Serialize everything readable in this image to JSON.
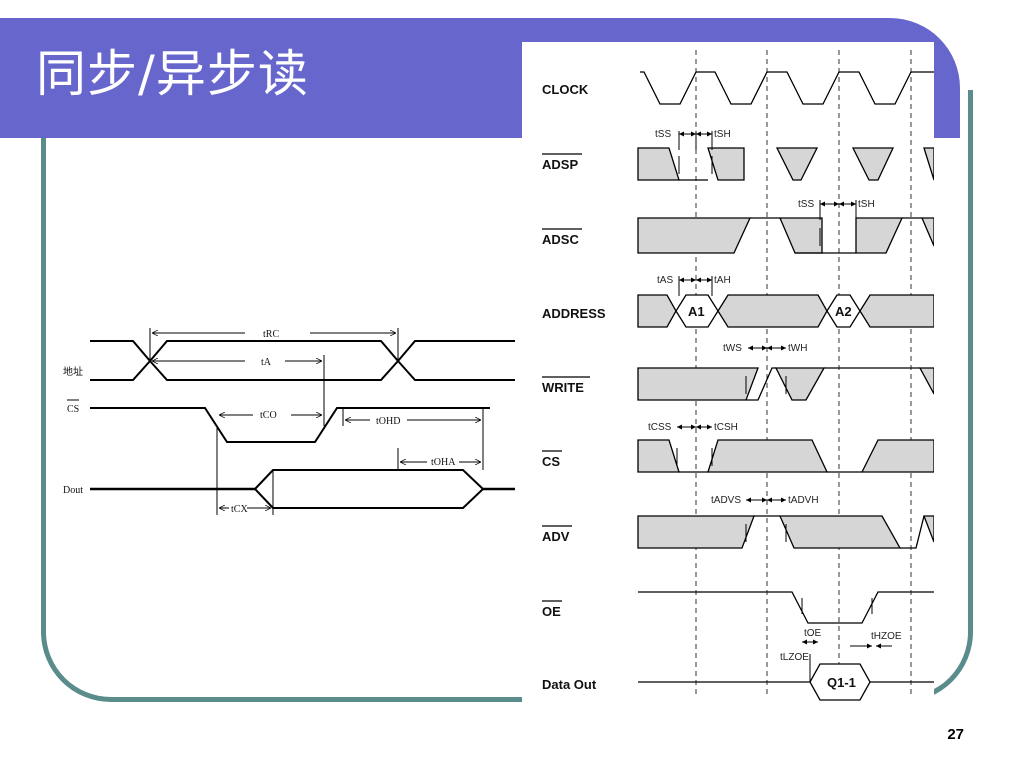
{
  "slide": {
    "title": "同步/异步读",
    "page_number": "27",
    "colors": {
      "title_bar": "#6666cc",
      "frame": "#5a8c8c",
      "shade": "#d6d6d6"
    }
  },
  "async_timing": {
    "signals": [
      {
        "id": "addr",
        "label": "地址"
      },
      {
        "id": "cs",
        "label": "CS",
        "overbar": true
      },
      {
        "id": "dout",
        "label": "Dout"
      }
    ],
    "timings": [
      {
        "id": "trc",
        "label": "tRC"
      },
      {
        "id": "ta",
        "label": "tA"
      },
      {
        "id": "tco",
        "label": "tCO"
      },
      {
        "id": "tohd",
        "label": "tOHD"
      },
      {
        "id": "toha",
        "label": "tOHA"
      },
      {
        "id": "tcx",
        "label": "tCX"
      }
    ]
  },
  "sync_timing": {
    "signals": [
      {
        "id": "clock",
        "label": "CLOCK",
        "overbar": false
      },
      {
        "id": "adsp",
        "label": "ADSP",
        "overbar": true
      },
      {
        "id": "adsc",
        "label": "ADSC",
        "overbar": true
      },
      {
        "id": "address",
        "label": "ADDRESS",
        "overbar": false
      },
      {
        "id": "write",
        "label": "WRITE",
        "overbar": true
      },
      {
        "id": "cs",
        "label": "CS",
        "overbar": true
      },
      {
        "id": "adv",
        "label": "ADV",
        "overbar": true
      },
      {
        "id": "oe",
        "label": "OE",
        "overbar": true
      },
      {
        "id": "data_out",
        "label": "Data Out",
        "overbar": false
      }
    ],
    "bus_values": [
      {
        "id": "a1",
        "label": "A1"
      },
      {
        "id": "a2",
        "label": "A2"
      },
      {
        "id": "q11",
        "label": "Q1-1"
      }
    ],
    "timings": [
      {
        "id": "tss1",
        "label": "tSS"
      },
      {
        "id": "tsh1",
        "label": "tSH"
      },
      {
        "id": "tss2",
        "label": "tSS"
      },
      {
        "id": "tsh2",
        "label": "tSH"
      },
      {
        "id": "tas",
        "label": "tAS"
      },
      {
        "id": "tah",
        "label": "tAH"
      },
      {
        "id": "tws",
        "label": "tWS"
      },
      {
        "id": "twh",
        "label": "tWH"
      },
      {
        "id": "tcss",
        "label": "tCSS"
      },
      {
        "id": "tcsh",
        "label": "tCSH"
      },
      {
        "id": "tadvs",
        "label": "tADVS"
      },
      {
        "id": "tadvh",
        "label": "tADVH"
      },
      {
        "id": "toe",
        "label": "tOE"
      },
      {
        "id": "tlzoe",
        "label": "tLZOE"
      },
      {
        "id": "thzoe",
        "label": "tHZOE"
      }
    ]
  }
}
